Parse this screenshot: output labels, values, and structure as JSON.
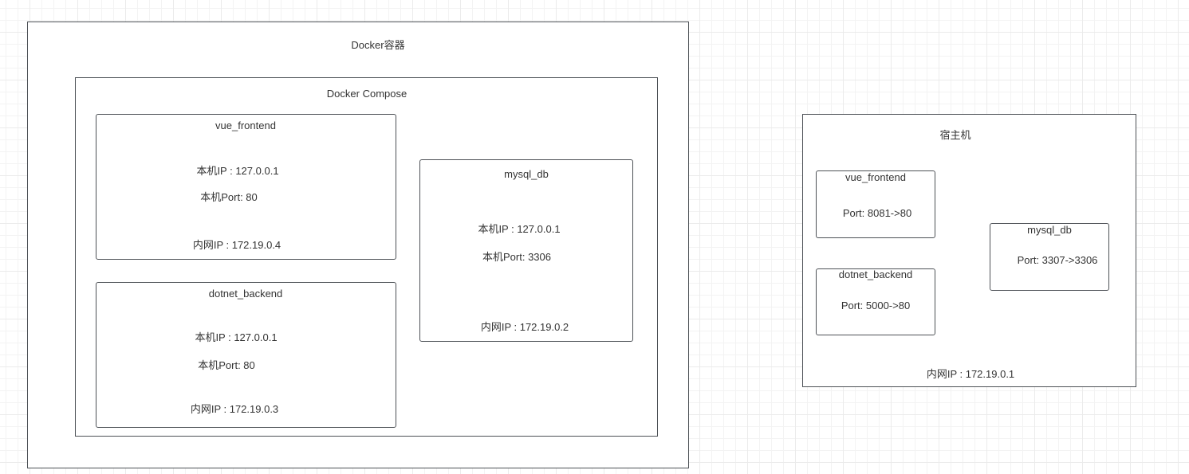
{
  "docker": {
    "title": "Docker容器",
    "compose": {
      "title": "Docker Compose",
      "services": {
        "vue_frontend": {
          "name": "vue_frontend",
          "local_ip": "本机IP : 127.0.0.1",
          "local_port": "本机Port: 80",
          "internal_ip": "内网IP : 172.19.0.4"
        },
        "dotnet_backend": {
          "name": "dotnet_backend",
          "local_ip": "本机IP : 127.0.0.1",
          "local_port": "本机Port: 80",
          "internal_ip": "内网IP : 172.19.0.3"
        },
        "mysql_db": {
          "name": "mysql_db",
          "local_ip": "本机IP : 127.0.0.1",
          "local_port": "本机Port: 3306",
          "internal_ip": "内网IP : 172.19.0.2"
        }
      }
    }
  },
  "host": {
    "title": "宿主机",
    "internal_ip": "内网IP : 172.19.0.1",
    "mappings": {
      "vue_frontend": {
        "name": "vue_frontend",
        "port": "Port: 8081->80"
      },
      "dotnet_backend": {
        "name": "dotnet_backend",
        "port": "Port: 5000->80"
      },
      "mysql_db": {
        "name": "mysql_db",
        "port": "Port: 3307->3306"
      }
    }
  },
  "colors": {
    "border": "#4d5156",
    "text": "#333333",
    "grid": "#ebebeb",
    "background": "#ffffff"
  }
}
